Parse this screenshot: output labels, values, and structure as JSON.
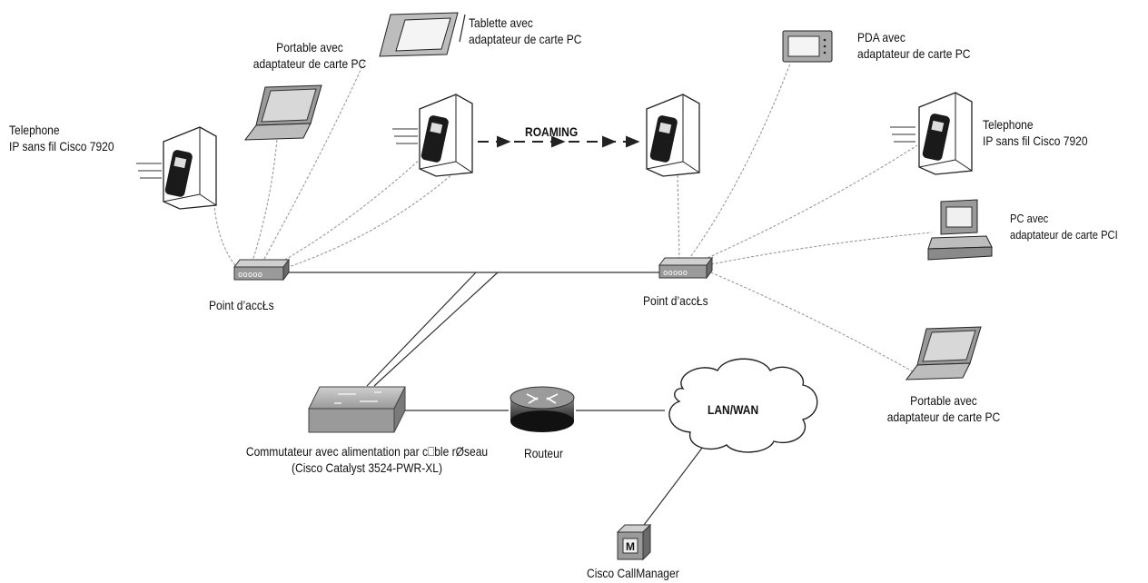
{
  "labels": {
    "tablet": [
      "Tablette avec",
      "adaptateur de carte PC"
    ],
    "laptop_left": [
      "Portable avec",
      "adaptateur de carte PC"
    ],
    "phone_left": [
      "Telephone",
      "IP sans fil Cisco 7920"
    ],
    "pda": [
      "PDA avec",
      "adaptateur de carte PC"
    ],
    "phone_right": [
      "Telephone",
      "IP sans fil Cisco 7920"
    ],
    "pc_right": [
      "PC avec",
      "adaptateur de carte PCI"
    ],
    "laptop_right": [
      "Portable avec",
      "adaptateur de carte PC"
    ],
    "ap_left": "Point d’accŁs",
    "ap_right": "Point d’accŁs",
    "roaming": "ROAMING",
    "switch": [
      "Commutateur avec alimentation par c⎕ble rØseau",
      "(Cisco  Catalyst 3524-PWR-XL)"
    ],
    "router": "Routeur",
    "cloud": "LAN/WAN",
    "callmanager": "Cisco CallManager",
    "callmanager_icon_letter": "M"
  },
  "colors": {
    "line": "#333333",
    "device_gray": "#9a9a9a",
    "dark": "#1a1a1a",
    "antenna": "#b0b0b0"
  }
}
